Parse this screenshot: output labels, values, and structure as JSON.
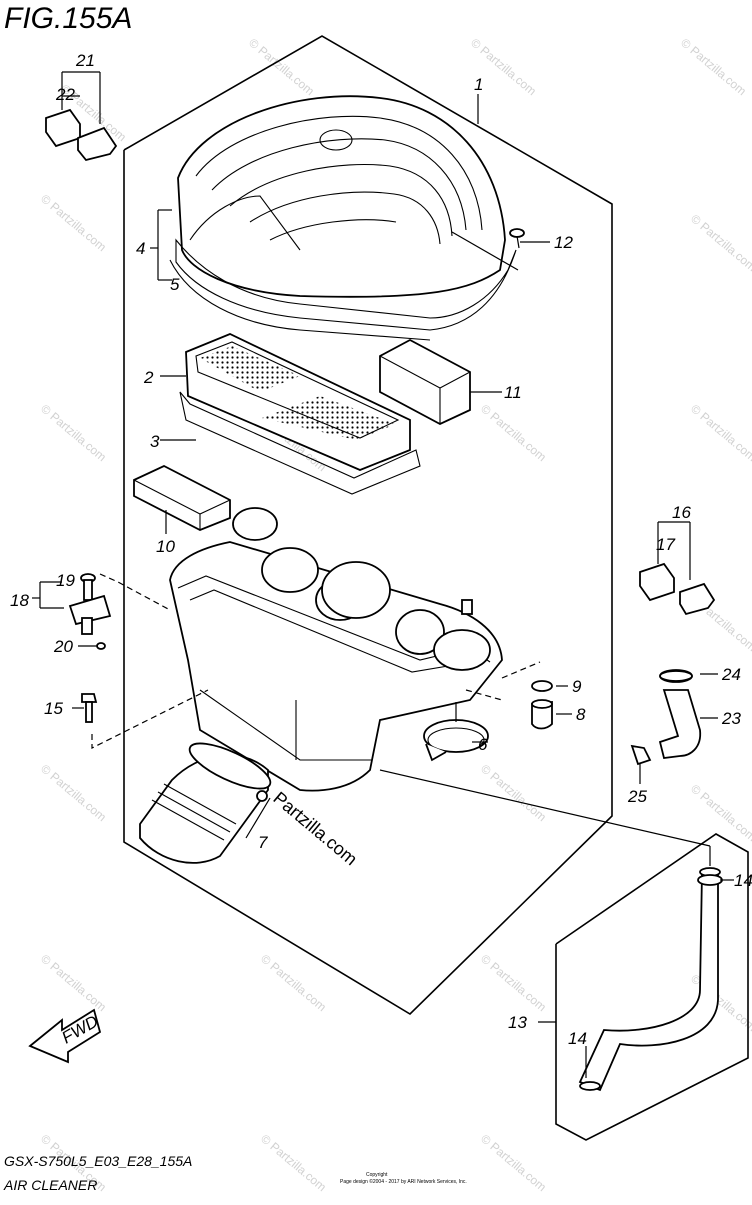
{
  "figure": {
    "title": "FIG.155A",
    "model_code": "GSX-S750L5_E03_E28_155A",
    "section_name": "AIR CLEANER",
    "fwd_label": "FWD",
    "copyright_line1": "Copyright",
    "copyright_line2": "Page design ©2004 - 2017 by ARI Network Services, Inc."
  },
  "watermark": {
    "site": "© Partzilla.com",
    "brand": "Partzilla.com"
  },
  "callouts": [
    "1",
    "2",
    "3",
    "4",
    "5",
    "6",
    "7",
    "8",
    "9",
    "10",
    "11",
    "12",
    "13",
    "14",
    "14",
    "15",
    "16",
    "17",
    "18",
    "19",
    "20",
    "21",
    "22",
    "23",
    "24",
    "25"
  ]
}
